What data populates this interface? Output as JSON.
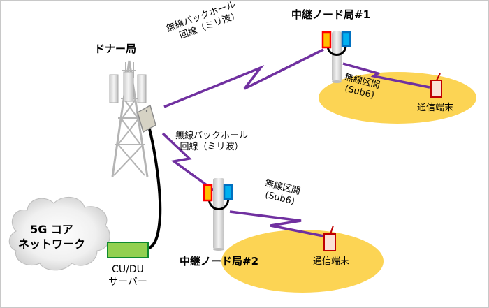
{
  "donor": {
    "name": "ドナー局"
  },
  "core": {
    "line1": "5G コア",
    "line2": "ネットワーク"
  },
  "cudu": {
    "line1": "CU/DU",
    "line2": "サーバー"
  },
  "backhaul_1": {
    "line1": "無線バックホール",
    "line2": "回線（ミリ波）"
  },
  "backhaul_2": {
    "line1": "無線バックホール",
    "line2": "回線（ミリ波）"
  },
  "relay_1": {
    "name": "中継ノード局#1",
    "access_line1": "無線区間",
    "access_line2": "(Sub6)",
    "terminal": "通信端末"
  },
  "relay_2": {
    "name": "中継ノード局#2",
    "access_line1": "無線区間",
    "access_line2": "(Sub6)",
    "terminal": "通信端末"
  },
  "colors": {
    "link": "#7030a0",
    "coverage": "#fcd454",
    "cudu_fill": "#92d050",
    "cudu_border": "#0f8a2f",
    "antenna_red": "#ff0000",
    "antenna_blue": "#0070c0",
    "antenna_yellow": "#ffc000",
    "terminal_fill": "#fbe0d6",
    "terminal_stroke": "#c00000"
  }
}
